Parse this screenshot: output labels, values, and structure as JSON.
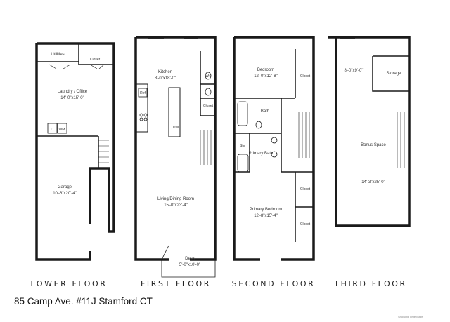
{
  "title": "85 Camp Ave. #11J Stamford CT",
  "credit": "Showing Time Maps",
  "floors": [
    {
      "name": "LOWER FLOOR",
      "rooms": [
        {
          "name": "Utilities",
          "dims": ""
        },
        {
          "name": "Closet",
          "dims": ""
        },
        {
          "name": "Laundry / Office",
          "dims": "14'-0\"x15'-0\""
        },
        {
          "name": "Garage",
          "dims": "10'-6\"x20'-4\""
        }
      ],
      "fixtures": {
        "dryer": "D",
        "washer": "WM"
      }
    },
    {
      "name": "FIRST FLOOR",
      "rooms": [
        {
          "name": "Kitchen",
          "dims": "8'-0\"x18'-0\""
        },
        {
          "name": "Wc",
          "dims": ""
        },
        {
          "name": "Closet",
          "dims": ""
        },
        {
          "name": "Living/Dining Room",
          "dims": "15'-0\"x23'-4\""
        },
        {
          "name": "Deck",
          "dims": "5'-0\"x10'-0\""
        }
      ],
      "fixtures": {
        "fridge": "Ref",
        "dishwasher": "DW"
      }
    },
    {
      "name": "SECOND FLOOR",
      "rooms": [
        {
          "name": "Bedroom",
          "dims": "12'-0\"x12'-8\""
        },
        {
          "name": "Closet",
          "dims": ""
        },
        {
          "name": "Bath",
          "dims": ""
        },
        {
          "name": "Primary Bath",
          "dims": ""
        },
        {
          "name": "Primary Bedroom",
          "dims": "12'-8\"x15'-4\""
        },
        {
          "name": "Closet",
          "dims": ""
        },
        {
          "name": "Closet",
          "dims": ""
        }
      ],
      "fixtures": {
        "shower": "Shr"
      }
    },
    {
      "name": "THIRD FLOOR",
      "rooms": [
        {
          "name": "",
          "dims": "8'-0\"x9'-0\""
        },
        {
          "name": "Storage",
          "dims": ""
        },
        {
          "name": "Bonus Space",
          "dims": "14'-3\"x25'-0\""
        }
      ]
    }
  ]
}
